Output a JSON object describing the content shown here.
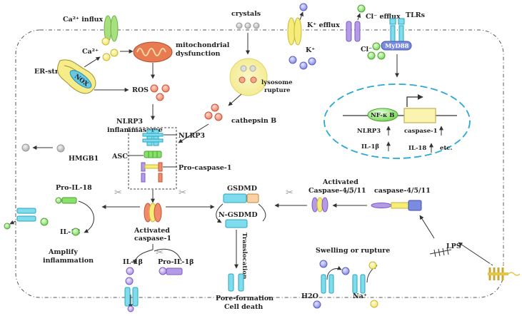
{
  "labels": {
    "ca_influx": "Ca²⁺ influx",
    "ca2": "Ca²⁺",
    "mito": "mitochondrial",
    "mito2": "dysfunction",
    "er_stress": "ER-stress",
    "nox": "NOX",
    "ros": "ROS",
    "crystals": "crystals",
    "lyso1": "lysosome",
    "lyso2": "rupture",
    "cathepsin": "cathepsin B",
    "k_efflux": "K⁺ efflux",
    "k_ion": "K⁺",
    "cl_efflux": "Cl⁻ efflux",
    "cl_ion": "Cl⁻",
    "tlrs": "TLRs",
    "myd88": "MyD88",
    "nfkb": "NF-κ B",
    "nlrp3_up": "NLRP3",
    "il1b_up": "IL-1β",
    "casp1_up": "caspase-1",
    "il18_up": "IL-18",
    "etc": "etc.",
    "inflam1": "NLRP3",
    "inflam2": "inflammasome",
    "nlrp3": "NLRP3",
    "asc": "ASC",
    "procasp1": "Pro-caspase-1",
    "hmgb1": "HMGB1",
    "pro_il18": "Pro-IL-18",
    "il18": "IL-18",
    "act_casp1_1": "Activated",
    "act_casp1_2": "caspase-1",
    "gsdmd": "GSDMD",
    "ngsdmd": "N-GSDMD",
    "act_casp4_1": "Activated",
    "act_casp4_2": "Caspase-4/5/11",
    "casp4": "caspase-4/5/11",
    "lps": "LPS",
    "amplify1": "Amplify",
    "amplify2": "inflammation",
    "il1b": "IL-1β",
    "pro_il1b": "Pro-IL-1β",
    "translocation": "Translocation",
    "pore1": "Pore-formation",
    "pore2": "Cell death",
    "swelling": "Swelling  or  rupture",
    "h2o": "H2O",
    "na": "Na⁺"
  },
  "colors": {
    "cyan": "#7fdcec",
    "cyan_dark": "#2aa5c0",
    "yellow": "#f6ec7a",
    "orange_red": "#f08a6a",
    "green": "#86e06a",
    "purple": "#b59be6",
    "blue_ion": "#8b8ee8",
    "grey_ion": "#bdbdbd",
    "nucleus_border": "#27a9d8"
  }
}
